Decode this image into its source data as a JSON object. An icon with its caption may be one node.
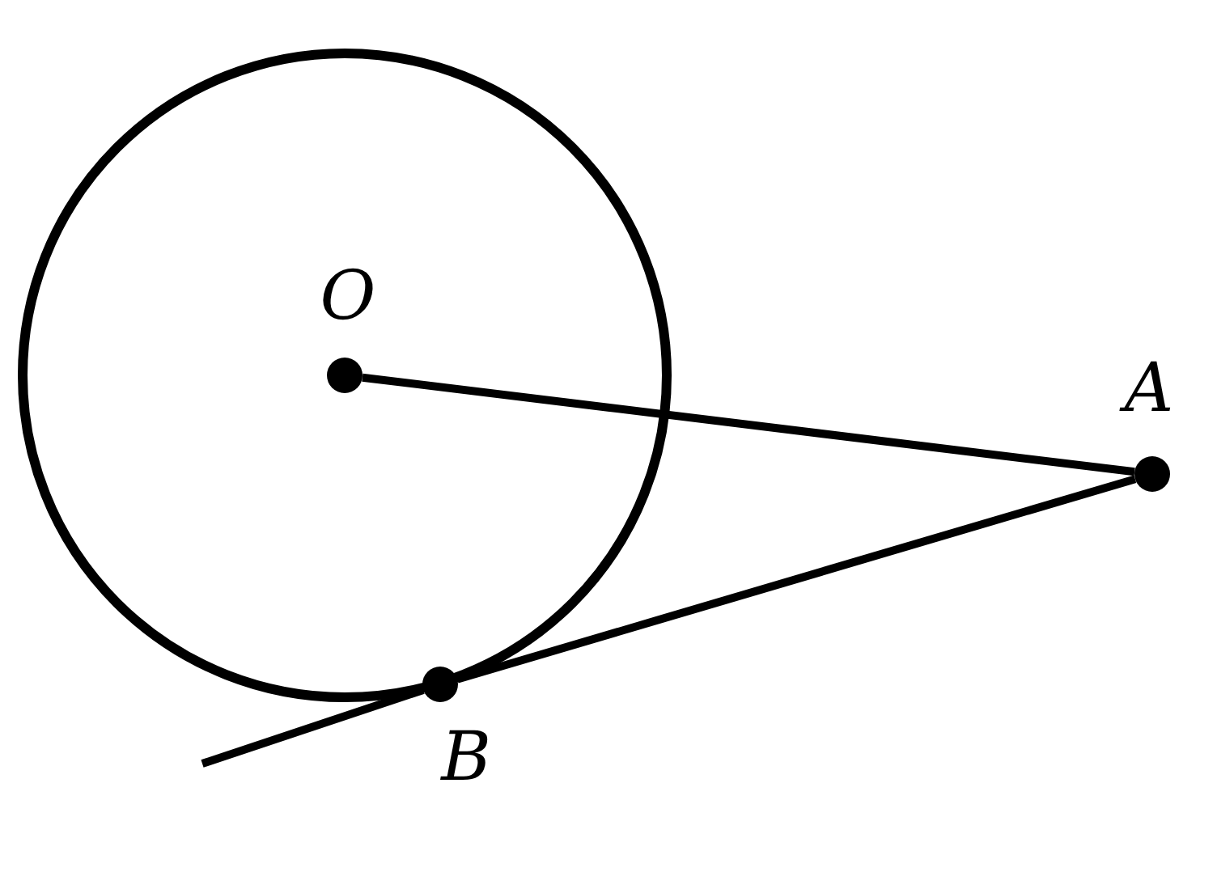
{
  "diagram": {
    "nodes": [
      {
        "text": [],
        "shape": "circle"
      },
      {
        "text": [
          "O"
        ],
        "in": 0
      },
      {
        "text": [
          "A"
        ]
      },
      {
        "text": [
          "B"
        ]
      }
    ],
    "edges": [
      {
        "from": 1,
        "to": 2,
        "arrow": "none"
      },
      {
        "from": 2,
        "to": 3,
        "arrow": "none"
      },
      {
        "from": 3,
        "to": null,
        "arrow": "none"
      }
    ]
  }
}
